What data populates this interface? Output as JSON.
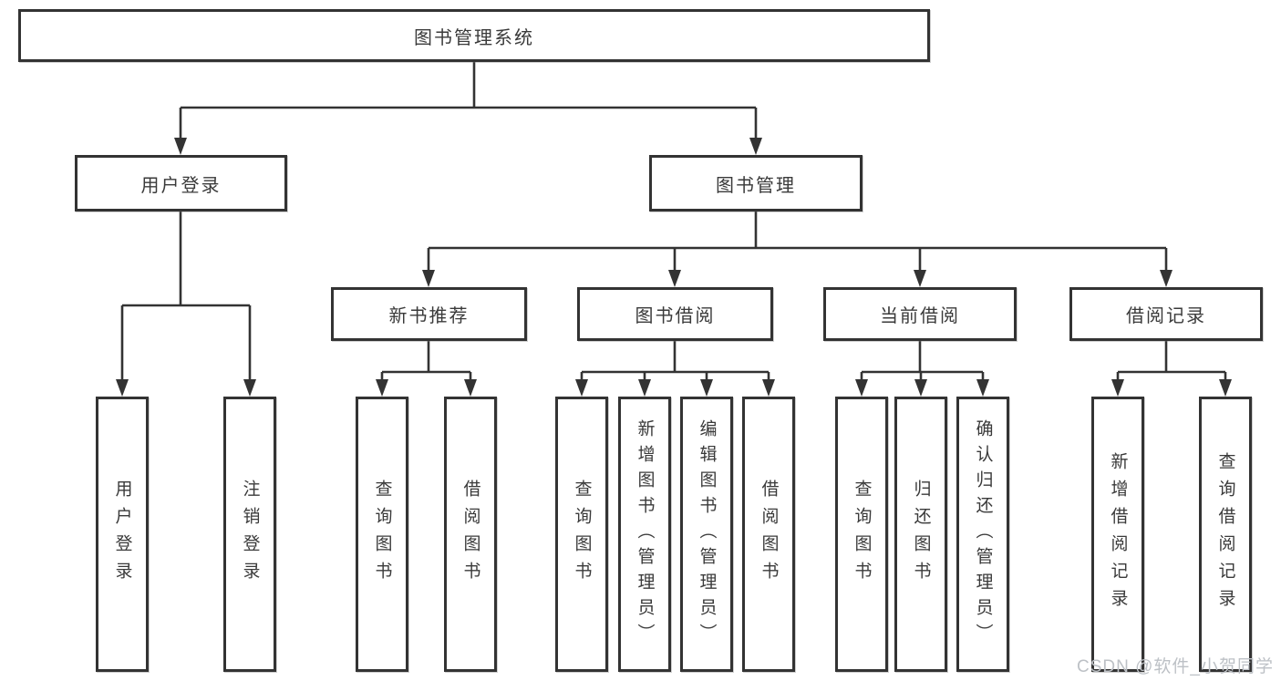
{
  "title": {
    "label": "图书管理系统"
  },
  "nodes": {
    "user_login": {
      "label": "用户登录",
      "children": [
        "用户登录",
        "注销登录"
      ]
    },
    "book_management": {
      "label": "图书管理"
    },
    "new_book_recommend": {
      "label": "新书推荐",
      "children": [
        "查询图书",
        "借阅图书"
      ]
    },
    "book_borrow": {
      "label": "图书借阅",
      "children": [
        "查询图书",
        "新增图书（管理员）",
        "编辑图书（管理员）",
        "借阅图书"
      ]
    },
    "current_borrow": {
      "label": "当前借阅",
      "children": [
        "查询图书",
        "归还图书",
        "确认归还（管理员）"
      ]
    },
    "borrow_records": {
      "label": "借阅记录",
      "children": [
        "新增借阅记录",
        "查询借阅记录"
      ]
    }
  },
  "watermark": {
    "text": "CSDN @软件_小贺同学"
  },
  "colors": {
    "line": "#333333",
    "text": "#3a3a3a",
    "background": "#ffffff",
    "watermark": "#bdc1c6"
  }
}
